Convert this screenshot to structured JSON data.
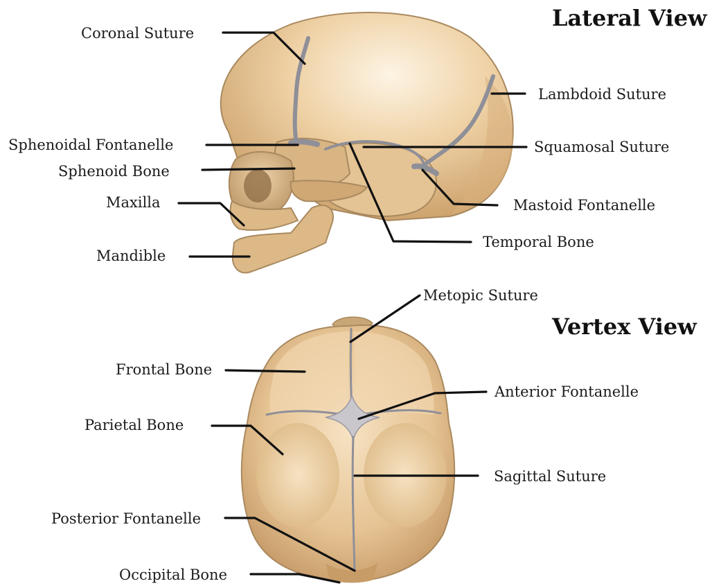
{
  "titles": {
    "lateral": "Lateral View",
    "vertex": "Vertex View"
  },
  "labels": {
    "coronal_suture": "Coronal Suture",
    "sphenoidal_fontanelle": "Sphenoidal Fontanelle",
    "sphenoid_bone": "Sphenoid Bone",
    "maxilla": "Maxilla",
    "mandible": "Mandible",
    "lambdoid_suture": "Lambdoid Suture",
    "squamosal_suture": "Squamosal Suture",
    "mastoid_fontanelle": "Mastoid Fontanelle",
    "temporal_bone": "Temporal Bone",
    "metopic_suture": "Metopic Suture",
    "frontal_bone": "Frontal Bone",
    "anterior_fontanelle": "Anterior Fontanelle",
    "parietal_bone": "Parietal Bone",
    "sagittal_suture": "Sagittal Suture",
    "posterior_fontanelle": "Posterior Fontanelle",
    "occipital_bone": "Occipital Bone"
  },
  "colors": {
    "bone_light": "#f4ddb8",
    "bone_mid": "#e0bd8c",
    "bone_dark": "#b58f5e",
    "suture": "#8f8f98",
    "leader": "#111111",
    "background": "#ffffff"
  }
}
